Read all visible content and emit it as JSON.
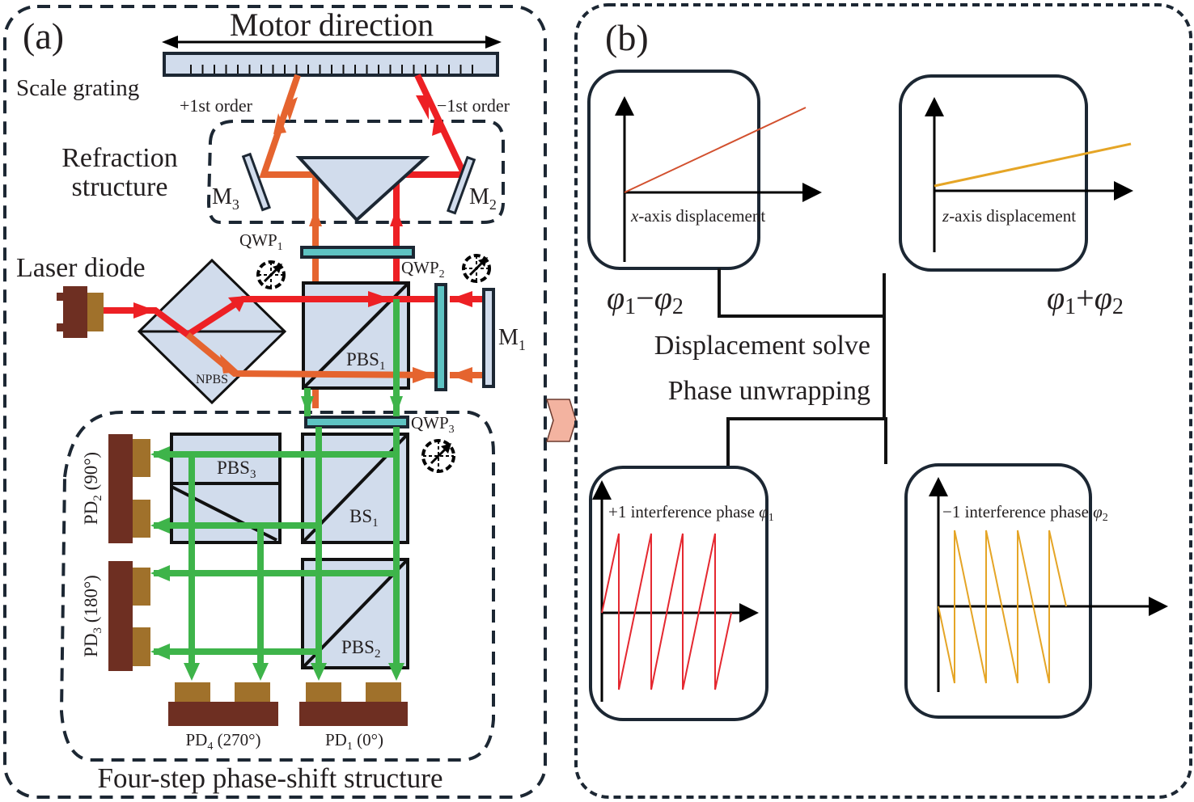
{
  "panel_a": {
    "label": "(a)",
    "motor_direction": "Motor direction",
    "scale_grating": "Scale grating",
    "plus_first_order": "+1st order",
    "minus_first_order": "−1st order",
    "refraction_structure_line1": "Refraction",
    "refraction_structure_line2": "structure",
    "m1": "M",
    "m1_sub": "1",
    "m2": "M",
    "m2_sub": "2",
    "m3": "M",
    "m3_sub": "3",
    "qwp1": "QWP",
    "qwp1_sub": "1",
    "qwp2": "QWP",
    "qwp2_sub": "2",
    "qwp3": "QWP",
    "qwp3_sub": "3",
    "laser_diode": "Laser diode",
    "npbs": "NPBS",
    "pbs1": "PBS",
    "pbs1_sub": "1",
    "pbs2": "PBS",
    "pbs2_sub": "2",
    "pbs3": "PBS",
    "pbs3_sub": "3",
    "bs1": "BS",
    "bs1_sub": "1",
    "pd1": "PD",
    "pd1_sub": "1",
    "pd1_phase": " (0°)",
    "pd2": "PD",
    "pd2_sub": "2",
    "pd2_phase": " (90°)",
    "pd3": "PD",
    "pd3_sub": "3",
    "pd3_phase": " (180°)",
    "pd4": "PD",
    "pd4_sub": "4",
    "pd4_phase": " (270°)",
    "four_step": "Four-step phase-shift structure"
  },
  "panel_b": {
    "label": "(b)",
    "x_disp": "-axis displacement",
    "x_var": "x",
    "z_disp": "-axis displacement",
    "z_var": "z",
    "diff_phi": "φ",
    "diff_sub1": "1",
    "diff_op": "−",
    "diff_sub2": "2",
    "sum_op": "+",
    "displacement_solve": "Displacement solve",
    "phase_unwrapping": "Phase unwrapping",
    "plus1_phase": "+1 interference phase ",
    "minus1_phase": "−1 interference phase ",
    "phi": "φ",
    "sub1": "1",
    "sub2": "2"
  },
  "colors": {
    "plus_order_beam": "#e5642f",
    "minus_order_beam": "#ed2024",
    "measurement_beam": "#3eb44a",
    "x_line": "#d2502e",
    "z_line": "#e5a526",
    "phi1_wave": "#e52830",
    "phi2_wave": "#e5a526"
  }
}
